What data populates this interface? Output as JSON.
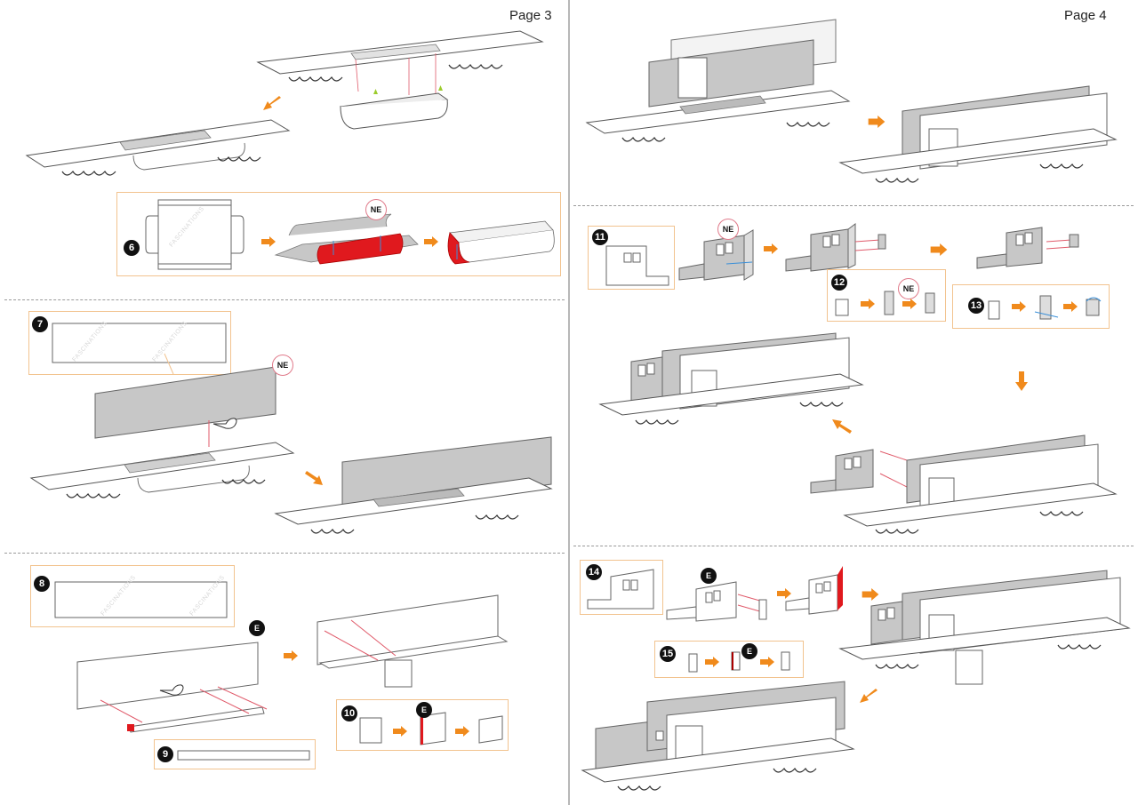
{
  "pages": {
    "left_label": "Page 3",
    "right_label": "Page 4"
  },
  "badges": {
    "ne": "NE",
    "e": "E"
  },
  "watermark": "FASCINATIONS",
  "steps": {
    "s6": "6",
    "s7": "7",
    "s8": "8",
    "s9": "9",
    "s10": "10",
    "s11": "11",
    "s12": "12",
    "s13": "13",
    "s14": "14",
    "s15": "15"
  },
  "colors": {
    "arrow": "#f08a1c",
    "callout_border": "#f2c38f",
    "part_red": "#e0191e",
    "panel_gray": "#c7c7c7",
    "guide_red": "#e05a6a",
    "guide_blue": "#3a8fd8",
    "marker_green": "#9ccc2c"
  }
}
